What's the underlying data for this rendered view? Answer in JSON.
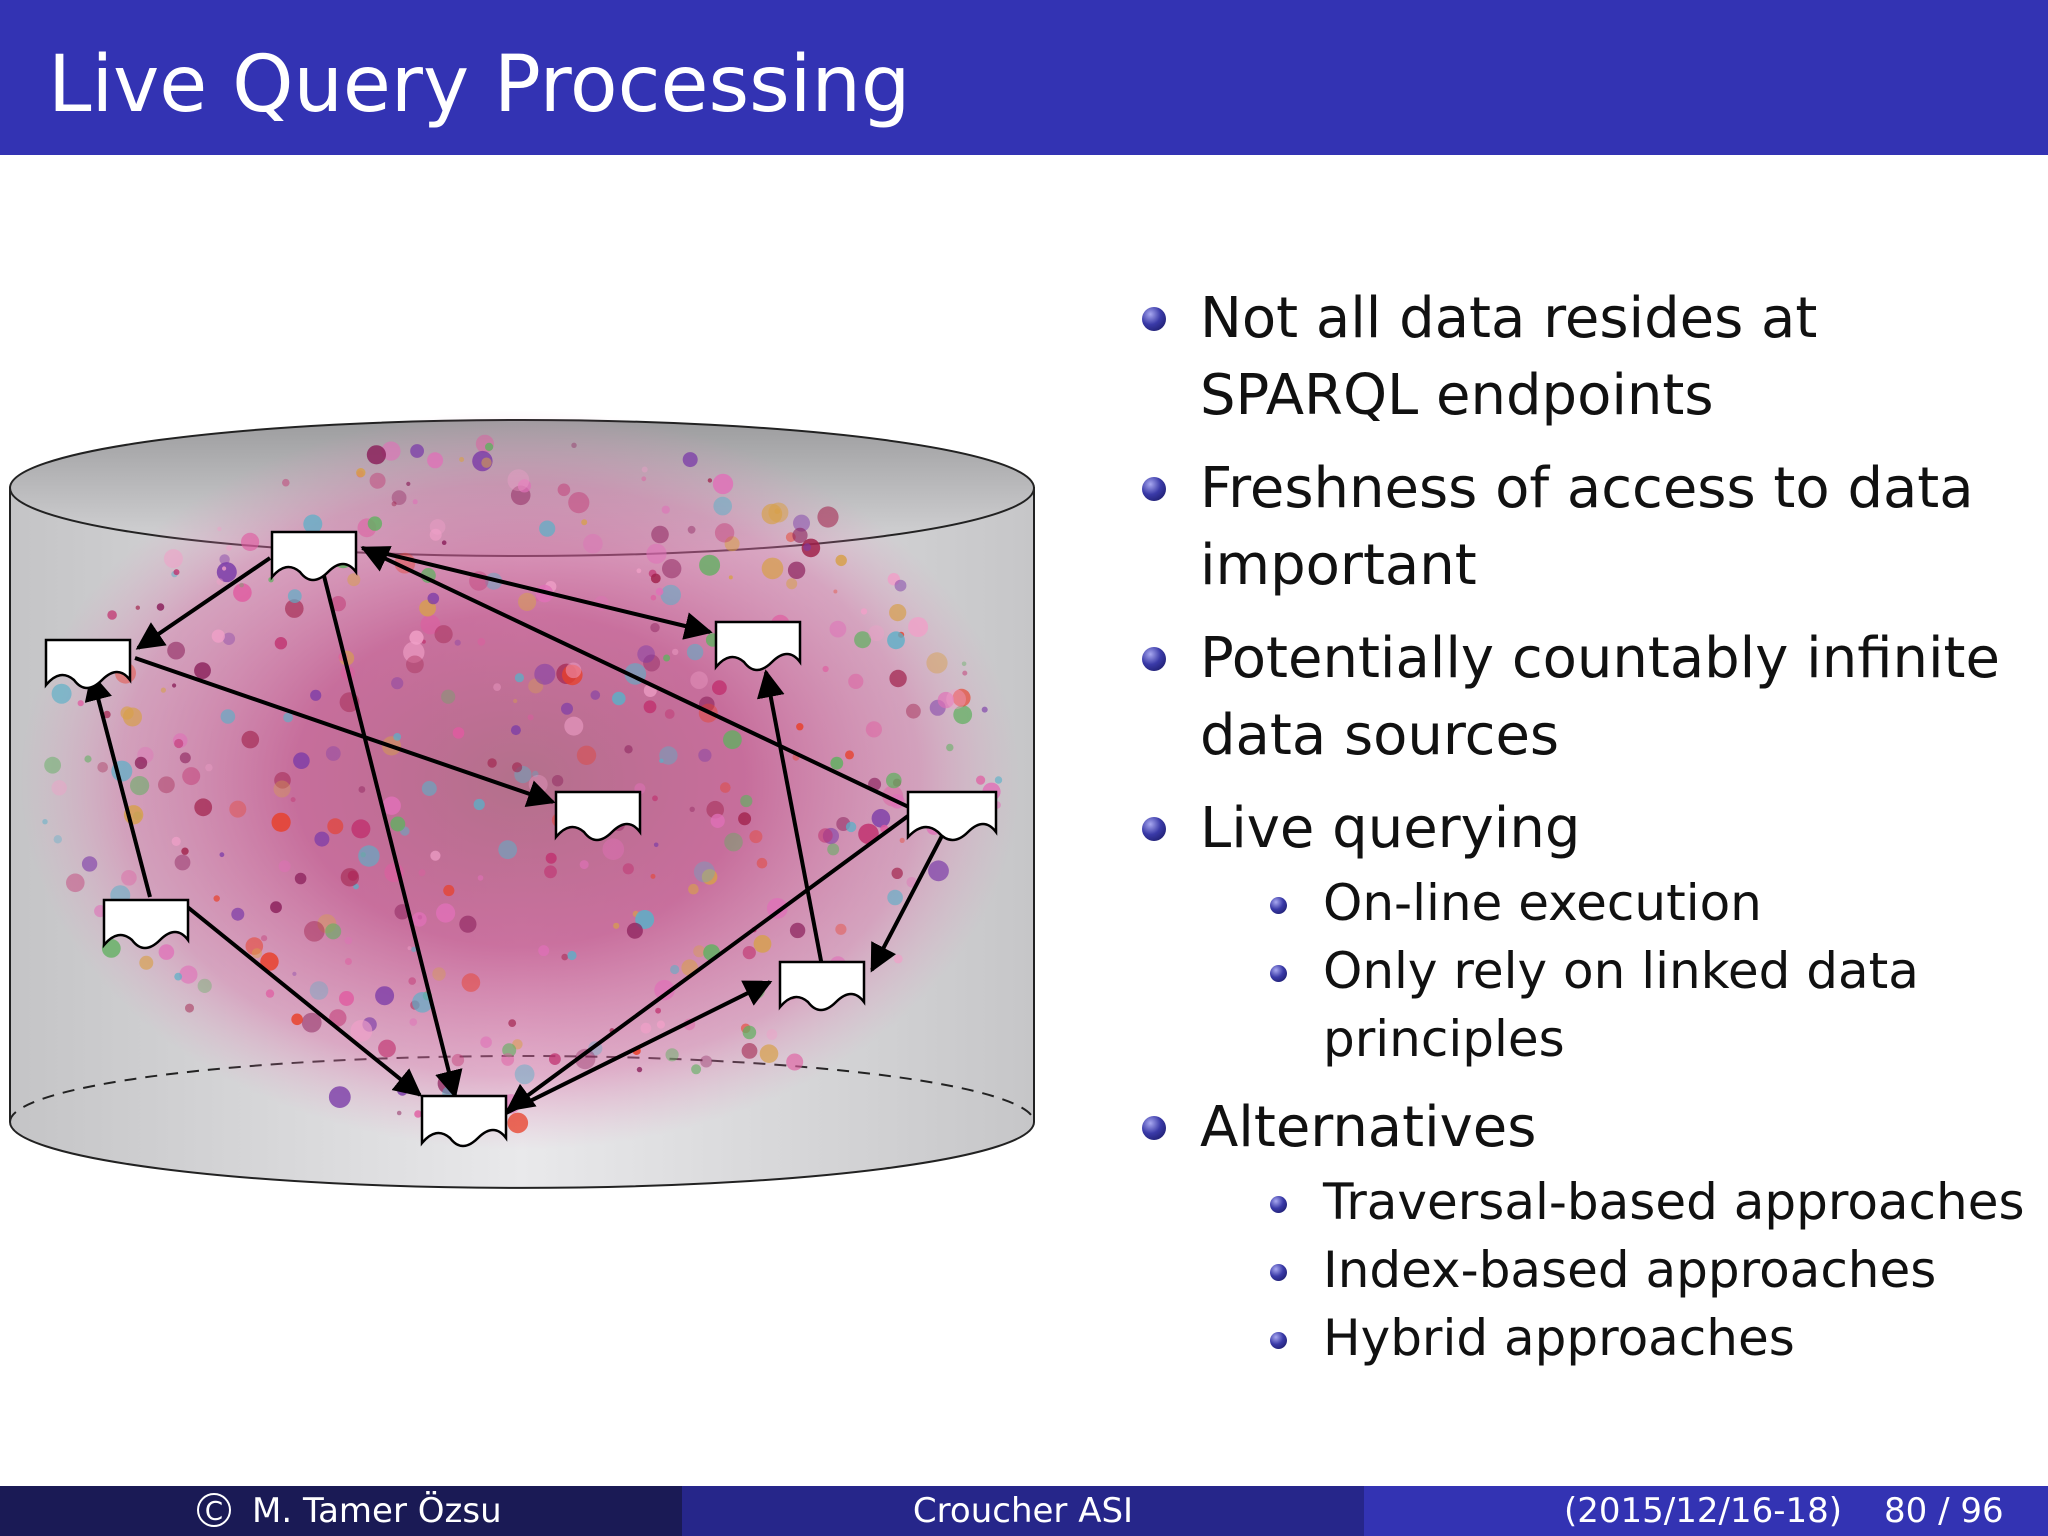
{
  "title": "Live Query Processing",
  "bullets": [
    {
      "text": "Not all data resides at SPARQL endpoints"
    },
    {
      "text": "Freshness of access to data important"
    },
    {
      "text": "Potentially countably infinite data sources"
    },
    {
      "text": "Live querying",
      "sub": [
        "On-line execution",
        "Only rely on linked data principles"
      ]
    },
    {
      "text": "Alternatives",
      "sub": [
        "Traversal-based approaches",
        "Index-based approaches",
        "Hybrid approaches"
      ]
    }
  ],
  "footer": {
    "copyright_symbol": "C",
    "author": "M. Tamer Özsu",
    "event": "Croucher ASI",
    "date": "(2015/12/16-18)",
    "page": "80 / 96"
  },
  "colors": {
    "title_bar": "#3333b3",
    "footer_left": "#1a1a55",
    "footer_mid": "#26268a",
    "footer_right": "#3333b3"
  },
  "icons": [
    "bullet-ball-icon",
    "copyright-icon",
    "document-icon",
    "arrow-icon"
  ]
}
